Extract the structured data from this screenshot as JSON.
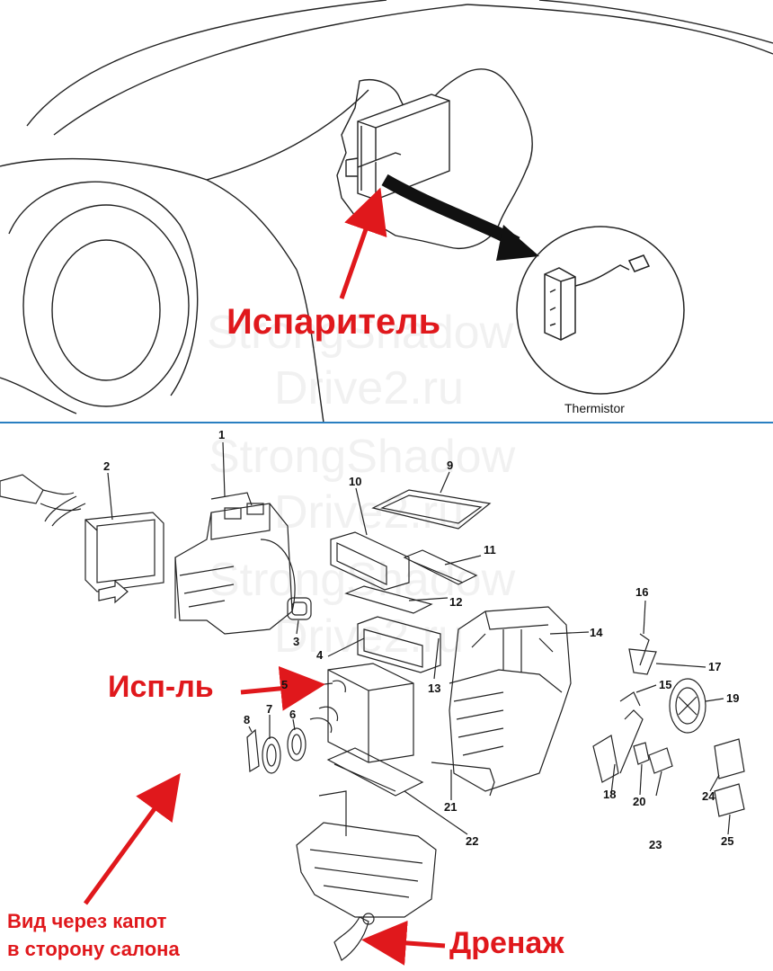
{
  "top_view": {
    "evaporator_label": "Испаритель",
    "thermistor_label": "Thermistor"
  },
  "exploded_view": {
    "evaporator_short_label": "Исп-ль",
    "drain_label": "Дренаж",
    "view_note_line1": "Вид через капот",
    "view_note_line2": "в сторону салона",
    "part_numbers": [
      "1",
      "2",
      "3",
      "4",
      "5",
      "6",
      "7",
      "8",
      "9",
      "10",
      "11",
      "12",
      "13",
      "14",
      "15",
      "16",
      "17",
      "18",
      "19",
      "20",
      "21",
      "22",
      "23",
      "24",
      "25"
    ]
  },
  "watermark": {
    "lines": [
      "StrongShadow",
      "Drive2.ru",
      "StrongShadow",
      "Drive2.ru",
      "StrongShadow",
      "Drive2.ru"
    ]
  },
  "colors": {
    "accent_red": "#e0181c",
    "divider_blue": "#2a7fc1",
    "line_art": "#222222"
  }
}
